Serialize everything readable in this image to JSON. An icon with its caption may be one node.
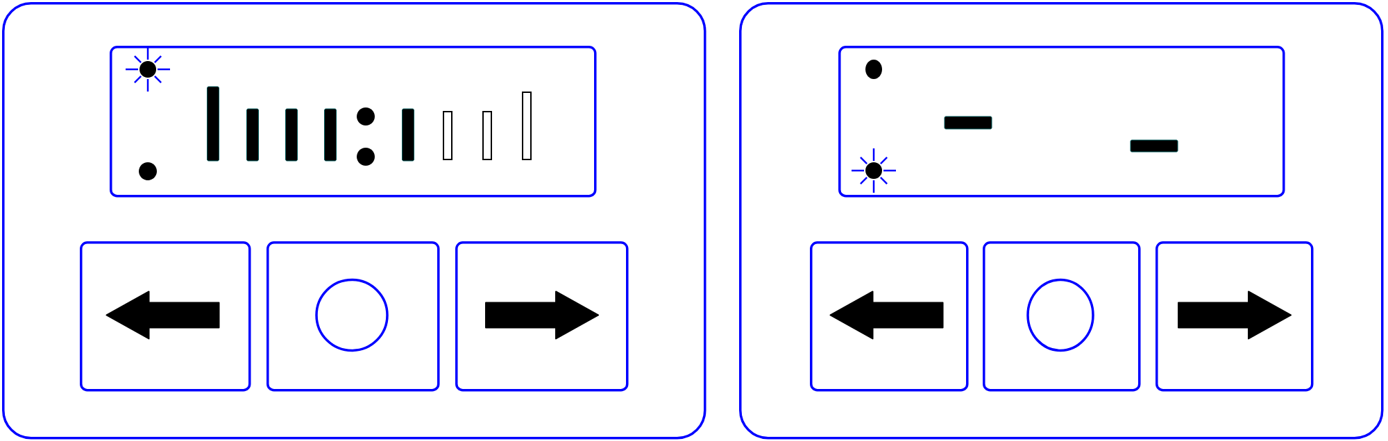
{
  "diagram": {
    "nodes": [
      {
        "text": [],
        "shape": "box"
      },
      {
        "text": [],
        "shape": "box",
        "in": 0
      },
      {
        "text": [],
        "shape": "box",
        "in": 0
      },
      {
        "text": [],
        "shape": "box",
        "in": 0
      },
      {
        "text": [],
        "shape": "box",
        "in": 0
      },
      {
        "text": [],
        "shape": "box"
      },
      {
        "text": [],
        "shape": "box",
        "in": 5
      },
      {
        "text": [],
        "shape": "box",
        "in": 5
      },
      {
        "text": [],
        "shape": "box",
        "in": 5
      },
      {
        "text": [],
        "shape": "box",
        "in": 5
      }
    ]
  }
}
